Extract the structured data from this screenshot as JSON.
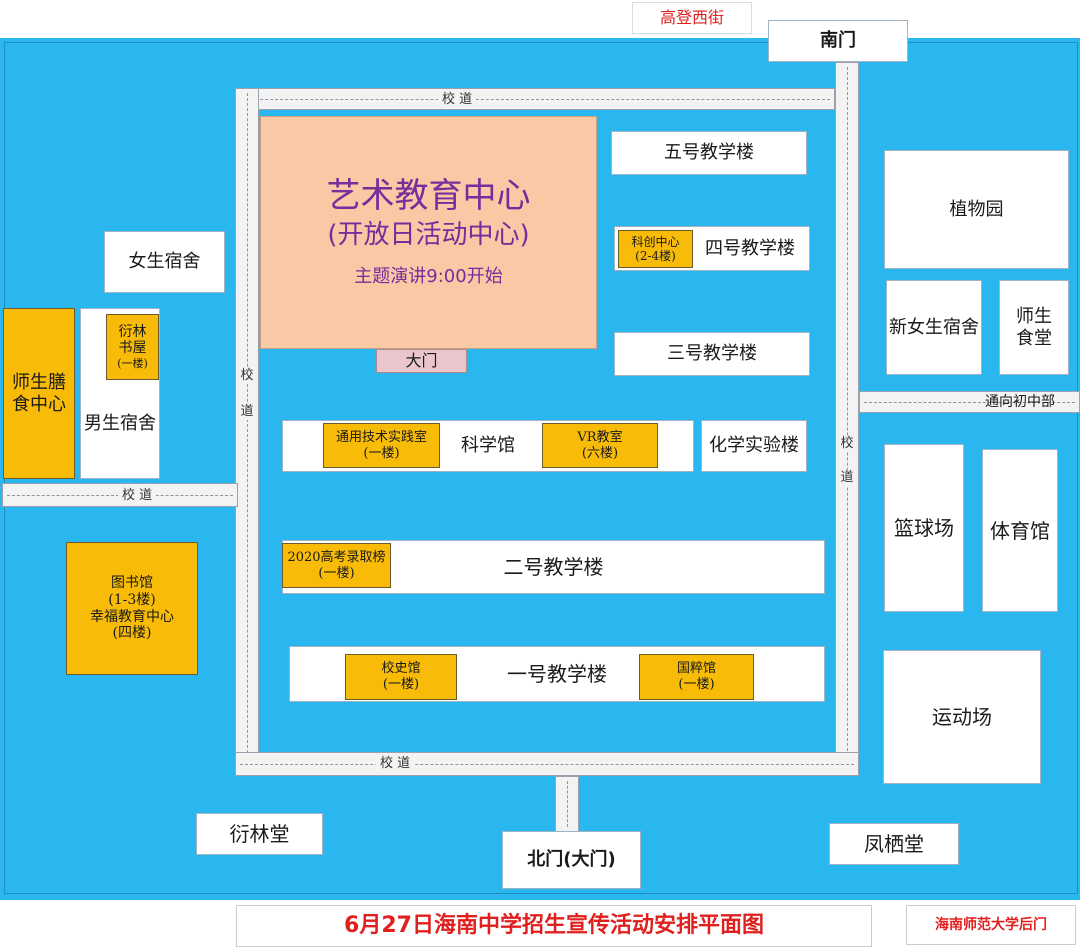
{
  "street_top": "高登西街",
  "gate_south": "南门",
  "gate_north": "北门(大门)",
  "road_label": "校 道",
  "road_label_v": [
    "校",
    "道"
  ],
  "art_center": {
    "name": "艺术教育中心",
    "subtitle": "(开放日活动中心)",
    "note": "主题演讲9:00开始",
    "door": "大门"
  },
  "buildings": {
    "b5": "五号教学楼",
    "b4": "四号教学楼",
    "b3": "三号教学楼",
    "b2": "二号教学楼",
    "b1": "一号教学楼",
    "science": "科学馆",
    "chem": "化学实验楼",
    "girls_dorm": "女生宿舍",
    "boys_dorm": "男生宿舍",
    "botanical": "植物园",
    "new_girls_dorm": "新女生宿舍",
    "canteen": "师生食堂",
    "basketball": "篮球场",
    "gym": "体育馆",
    "field": "运动场",
    "yanlin_hall": "衍林堂",
    "fengqi_hall": "凤栖堂",
    "junior_link": "通向初中部"
  },
  "highlights": {
    "kechuang": [
      "科创中心",
      "(2-4楼)"
    ],
    "yanlin_books": [
      "衍林",
      "书屋",
      "(一楼)"
    ],
    "meal_center": [
      "师生膳",
      "食中心"
    ],
    "tech_lab": [
      "通用技术实践室",
      "(一楼)"
    ],
    "vr_room": [
      "VR教室",
      "(六楼)"
    ],
    "gaokao": [
      "2020高考录取榜",
      "(一楼)"
    ],
    "library": [
      "图书馆",
      "(1-3楼)",
      "幸福教育中心",
      "(四楼)"
    ],
    "history": [
      "校史馆",
      "(一楼)"
    ],
    "guocui": [
      "国粹馆",
      "(一楼)"
    ]
  },
  "footer": {
    "title": "6月27日海南中学招生宣传活动安排平面图",
    "back_gate": "海南师范大学后门"
  },
  "colors": {
    "map_blue": "#2ab7f0",
    "highlight_gold": "#f7bb08",
    "art_peach": "#f8c9a4",
    "title_red": "#e0201e",
    "purple_text": "#7a2b9c",
    "door_pink": "#e8c6cc"
  }
}
